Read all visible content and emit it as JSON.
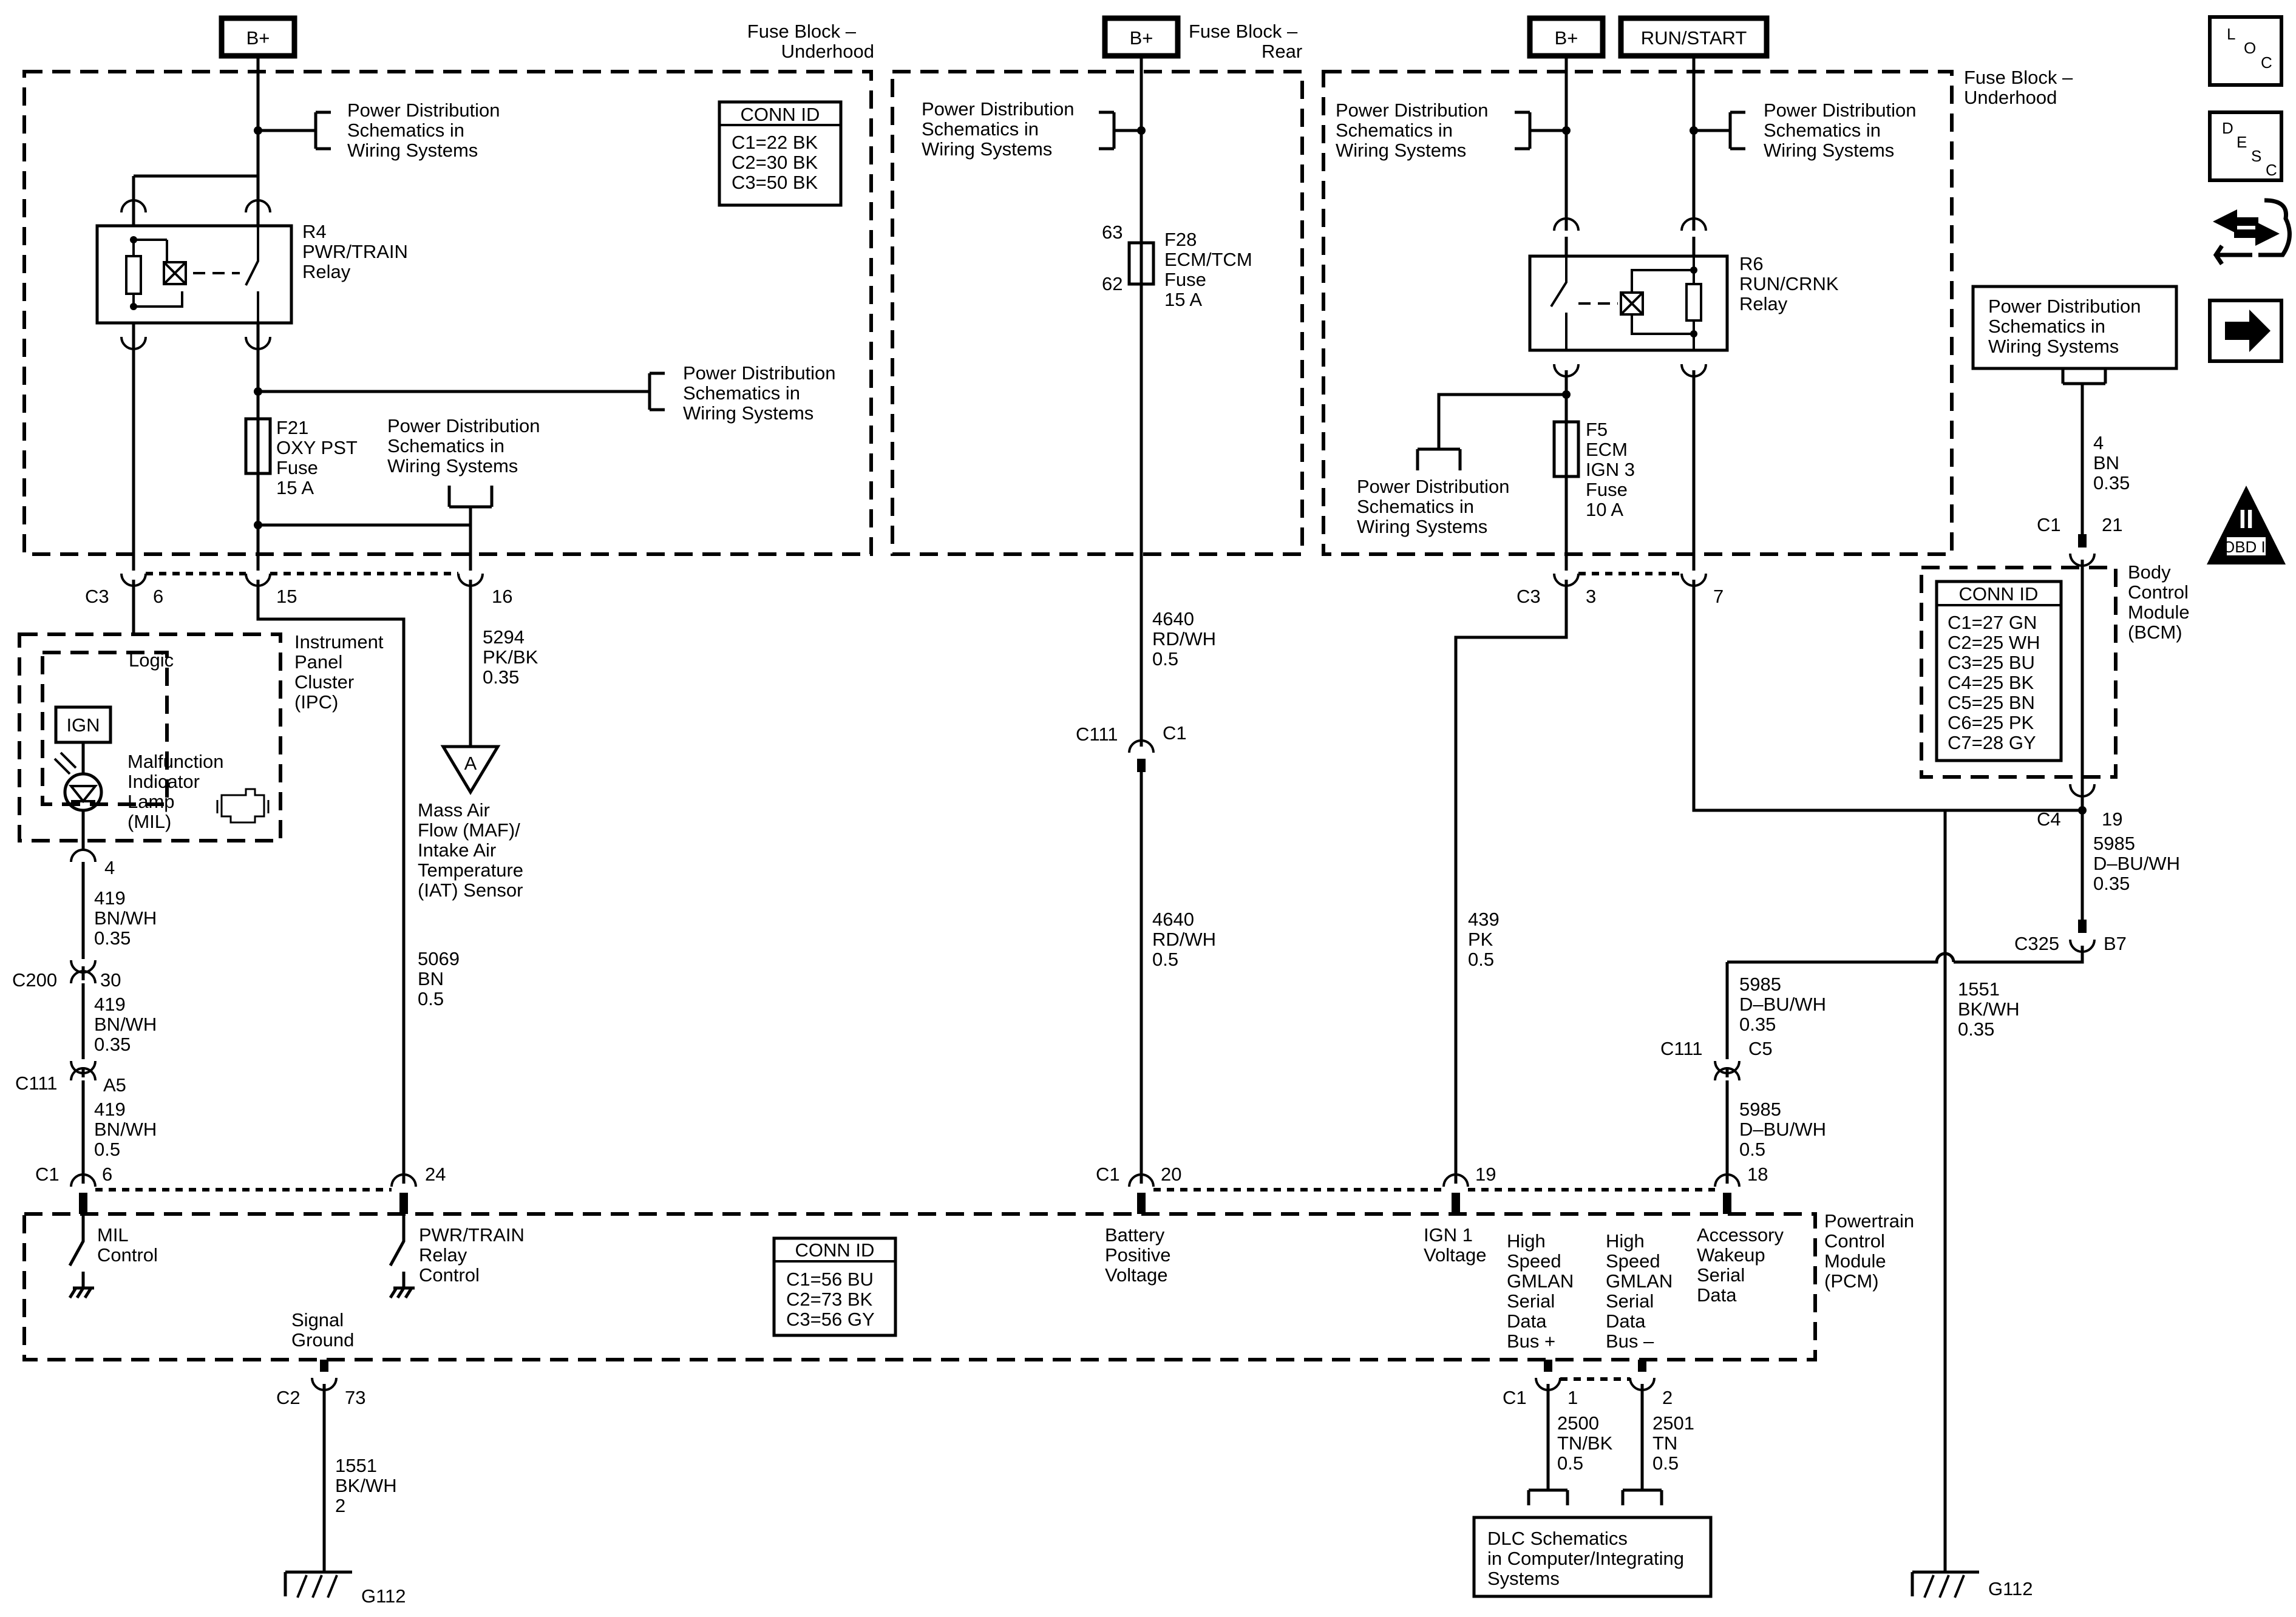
{
  "supply": {
    "bplus": "B+",
    "runstart": "RUN/START"
  },
  "fuse_blocks": {
    "underhood_left": [
      "Fuse Block –",
      "Underhood"
    ],
    "rear": [
      "Fuse Block –",
      "Rear"
    ],
    "underhood_right": [
      "Fuse Block –",
      "Underhood"
    ]
  },
  "pds": [
    "Power Distribution",
    "Schematics in",
    "Wiring Systems"
  ],
  "conn_id_title": "CONN ID",
  "conn_fuse_block": [
    "C1=22 BK",
    "C2=30 BK",
    "C3=50 BK"
  ],
  "conn_bcm": [
    "C1=27 GN",
    "C2=25 WH",
    "C3=25 BU",
    "C4=25 BK",
    "C5=25 BN",
    "C6=25 PK",
    "C7=28 GY"
  ],
  "conn_pcm": [
    "C1=56 BU",
    "C2=73 BK",
    "C3=56 GY"
  ],
  "relays": {
    "r4": [
      "R4",
      "PWR/TRAIN",
      "Relay"
    ],
    "r6": [
      "R6",
      "RUN/CRNK",
      "Relay"
    ]
  },
  "fuses": {
    "f21": [
      "F21",
      "OXY PST",
      "Fuse",
      "15 A"
    ],
    "f28": [
      "F28",
      "ECM/TCM",
      "Fuse",
      "15 A"
    ],
    "f5": [
      "F5",
      "ECM",
      "IGN 3",
      "Fuse",
      "10 A"
    ],
    "f28_pins": [
      "63",
      "62"
    ]
  },
  "ipc": {
    "title": [
      "Instrument",
      "Panel",
      "Cluster",
      "(IPC)"
    ],
    "logic": "Logic",
    "ign": "IGN",
    "mil": [
      "Malfunction",
      "Indicator",
      "Lamp",
      "(MIL)"
    ]
  },
  "maf": {
    "marker": "A",
    "label": [
      "Mass Air",
      "Flow (MAF)/",
      "Intake Air",
      "Temperature",
      "(IAT) Sensor"
    ]
  },
  "bcm": {
    "label": [
      "Body",
      "Control",
      "Module",
      "(BCM)"
    ]
  },
  "pcm": {
    "label": [
      "Powertrain",
      "Control",
      "Module",
      "(PCM)"
    ],
    "mil_control": [
      "MIL",
      "Control"
    ],
    "relay_control": [
      "PWR/TRAIN",
      "Relay",
      "Control"
    ],
    "battery": [
      "Battery",
      "Positive",
      "Voltage"
    ],
    "ign1": [
      "IGN 1",
      "Voltage"
    ],
    "gmlan_plus": [
      "High",
      "Speed",
      "GMLAN",
      "Serial",
      "Data",
      "Bus +"
    ],
    "gmlan_minus": [
      "High",
      "Speed",
      "GMLAN",
      "Serial",
      "Data",
      "Bus –"
    ],
    "accessory": [
      "Accessory",
      "Wakeup",
      "Serial",
      "Data"
    ],
    "signal_ground": [
      "Signal",
      "Ground"
    ]
  },
  "dlc": [
    "DLC Schematics",
    "in Computer/Integrating",
    "Systems"
  ],
  "grounds": {
    "left": "G112",
    "right": "G112"
  },
  "connectors": {
    "c3": "C3",
    "c1": "C1",
    "c2": "C2",
    "c4": "C4",
    "c111": "C111",
    "c200": "C200",
    "c325": "C325",
    "c5": "C5",
    "b7": "B7",
    "a5": "A5",
    "pins": {
      "p6": "6",
      "p15": "15",
      "p16": "16",
      "p4": "4",
      "p30": "30",
      "p24": "24",
      "p20": "20",
      "p19": "19",
      "p18": "18",
      "p3": "3",
      "p7": "7",
      "p21": "21",
      "p73": "73",
      "p1": "1",
      "p2": "2"
    }
  },
  "wires": {
    "w419_035": [
      "419",
      "BN/WH",
      "0.35"
    ],
    "w419_05": [
      "419",
      "BN/WH",
      "0.5"
    ],
    "w5294": [
      "5294",
      "PK/BK",
      "0.35"
    ],
    "w5069": [
      "5069",
      "BN",
      "0.5"
    ],
    "w4640": [
      "4640",
      "RD/WH",
      "0.5"
    ],
    "w439": [
      "439",
      "PK",
      "0.5"
    ],
    "w5985": [
      "5985",
      "D–BU/WH",
      "0.35"
    ],
    "w5985_05": [
      "5985",
      "D–BU/WH",
      "0.5"
    ],
    "w1551_035": [
      "1551",
      "BK/WH",
      "0.35"
    ],
    "w1551_2": [
      "1551",
      "BK/WH",
      "2"
    ],
    "w4bn": [
      "4",
      "BN",
      "0.35"
    ],
    "w2500": [
      "2500",
      "TN/BK",
      "0.5"
    ],
    "w2501": [
      "2501",
      "TN",
      "0.5"
    ]
  },
  "side_icons": {
    "loc": [
      "L",
      "O",
      "C"
    ],
    "desc": [
      "D",
      "E",
      "S",
      "C"
    ],
    "obd": "OBD II",
    "obd_numeral": "II"
  }
}
